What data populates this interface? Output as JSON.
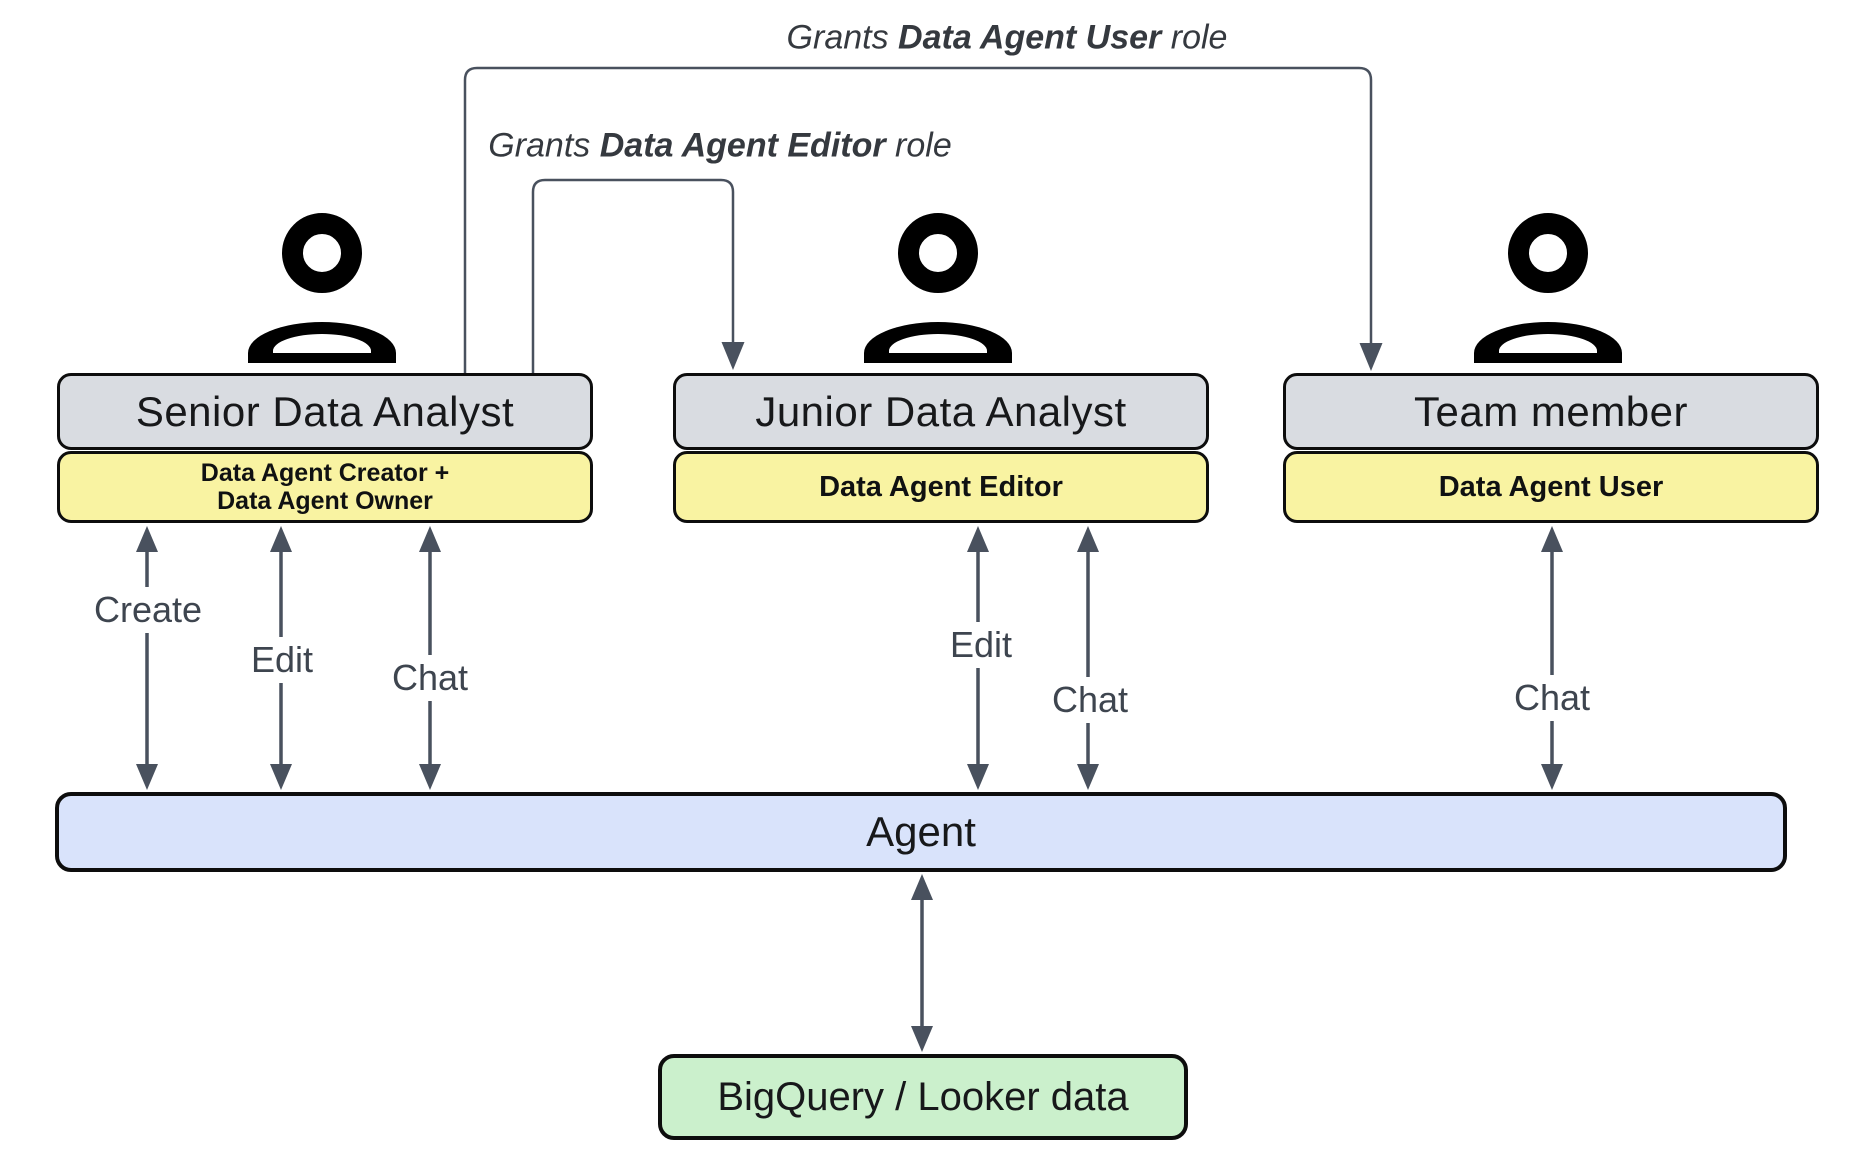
{
  "diagram": {
    "annotations": {
      "grants_user": {
        "prefix": "Grants ",
        "bold": "Data Agent User",
        "suffix": " role"
      },
      "grants_editor": {
        "prefix": "Grants ",
        "bold": "Data Agent Editor",
        "suffix": " role"
      }
    },
    "actors": [
      {
        "title": "Senior Data Analyst",
        "role_lines": [
          "Data Agent Creator +",
          "Data Agent Owner"
        ]
      },
      {
        "title": "Junior Data Analyst",
        "role_lines": [
          "Data Agent Editor"
        ]
      },
      {
        "title": "Team member",
        "role_lines": [
          "Data Agent User"
        ]
      }
    ],
    "action_labels": {
      "create": "Create",
      "edit_senior": "Edit",
      "chat_senior": "Chat",
      "edit_junior": "Edit",
      "chat_junior": "Chat",
      "chat_team": "Chat"
    },
    "agent_label": "Agent",
    "datastore_label": "BigQuery / Looker data",
    "colors": {
      "actor_title_bg": "#d9dce1",
      "actor_role_bg": "#f9f3a2",
      "agent_bg": "#d9e3fb",
      "datastore_bg": "#cbf0cc",
      "connector": "#49515e",
      "border": "#0d0d0d"
    }
  }
}
